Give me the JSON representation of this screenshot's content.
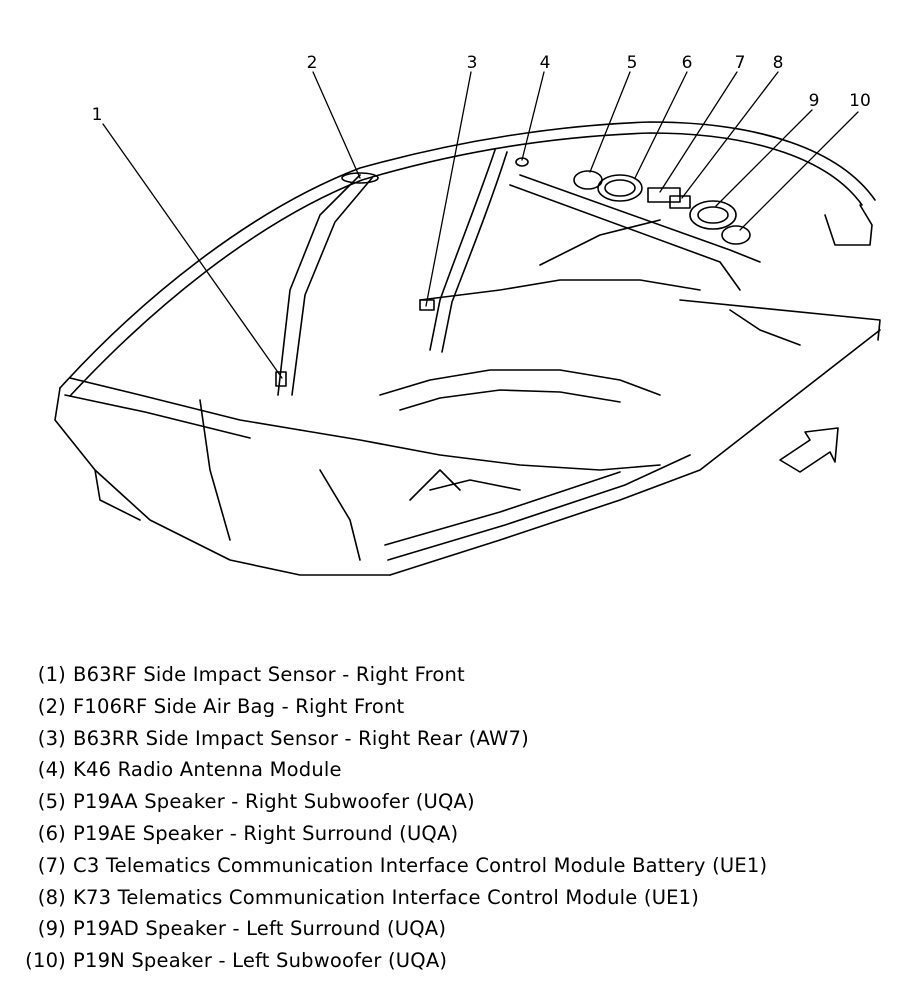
{
  "callouts": [
    "1",
    "2",
    "3",
    "4",
    "5",
    "6",
    "7",
    "8",
    "9",
    "10"
  ],
  "legend": [
    {
      "num": "(1)",
      "text": "B63RF Side Impact Sensor - Right Front"
    },
    {
      "num": "(2)",
      "text": "F106RF Side Air Bag - Right Front"
    },
    {
      "num": "(3)",
      "text": "B63RR Side Impact Sensor - Right Rear (AW7)"
    },
    {
      "num": "(4)",
      "text": "K46 Radio Antenna Module"
    },
    {
      "num": "(5)",
      "text": "P19AA Speaker - Right Subwoofer (UQA)"
    },
    {
      "num": "(6)",
      "text": "P19AE Speaker - Right Surround (UQA)"
    },
    {
      "num": "(7)",
      "text": "C3 Telematics Communication Interface Control Module Battery (UE1)"
    },
    {
      "num": "(8)",
      "text": "K73 Telematics Communication Interface Control Module (UE1)"
    },
    {
      "num": "(9)",
      "text": "P19AD Speaker - Left Surround (UQA)"
    },
    {
      "num": "(10)",
      "text": "P19N Speaker - Left Subwoofer (UQA)"
    }
  ]
}
